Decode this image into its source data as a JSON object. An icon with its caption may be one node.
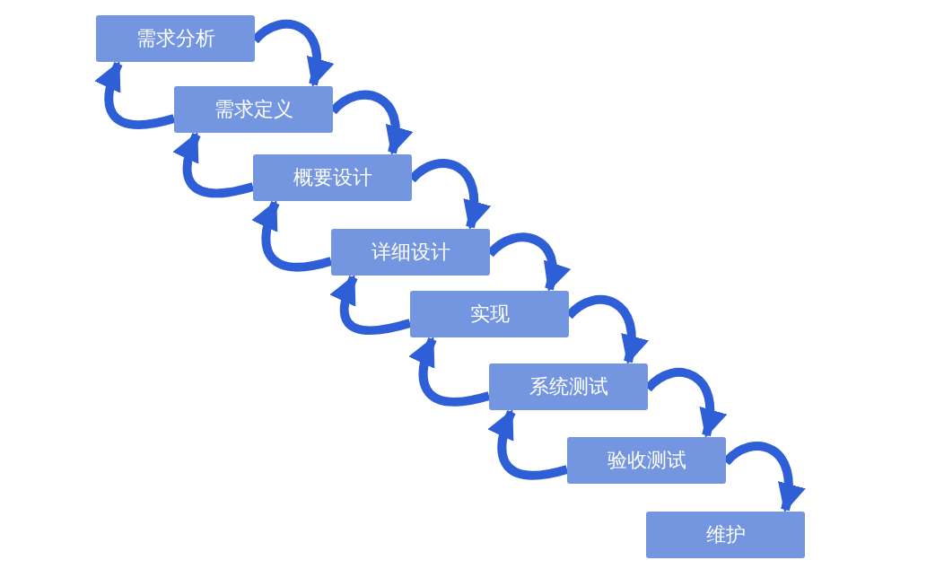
{
  "diagram": {
    "nodes": [
      {
        "text": [
          "需求分析"
        ]
      },
      {
        "text": [
          "需求定义"
        ]
      },
      {
        "text": [
          "概要设计"
        ]
      },
      {
        "text": [
          "详细设计"
        ]
      },
      {
        "text": [
          "实现"
        ]
      },
      {
        "text": [
          "系统测试"
        ]
      },
      {
        "text": [
          "验收测试"
        ]
      },
      {
        "text": [
          "维护"
        ]
      }
    ],
    "edges": [
      {
        "from": 0,
        "to": 1,
        "arrow": "to"
      },
      {
        "from": 1,
        "to": 0,
        "arrow": "to"
      },
      {
        "from": 1,
        "to": 2,
        "arrow": "to"
      },
      {
        "from": 2,
        "to": 1,
        "arrow": "to"
      },
      {
        "from": 2,
        "to": 3,
        "arrow": "to"
      },
      {
        "from": 3,
        "to": 2,
        "arrow": "to"
      },
      {
        "from": 3,
        "to": 4,
        "arrow": "to"
      },
      {
        "from": 4,
        "to": 3,
        "arrow": "to"
      },
      {
        "from": 4,
        "to": 5,
        "arrow": "to"
      },
      {
        "from": 5,
        "to": 4,
        "arrow": "to"
      },
      {
        "from": 5,
        "to": 6,
        "arrow": "to"
      },
      {
        "from": 6,
        "to": 5,
        "arrow": "to"
      },
      {
        "from": 6,
        "to": 7,
        "arrow": "to"
      }
    ]
  }
}
